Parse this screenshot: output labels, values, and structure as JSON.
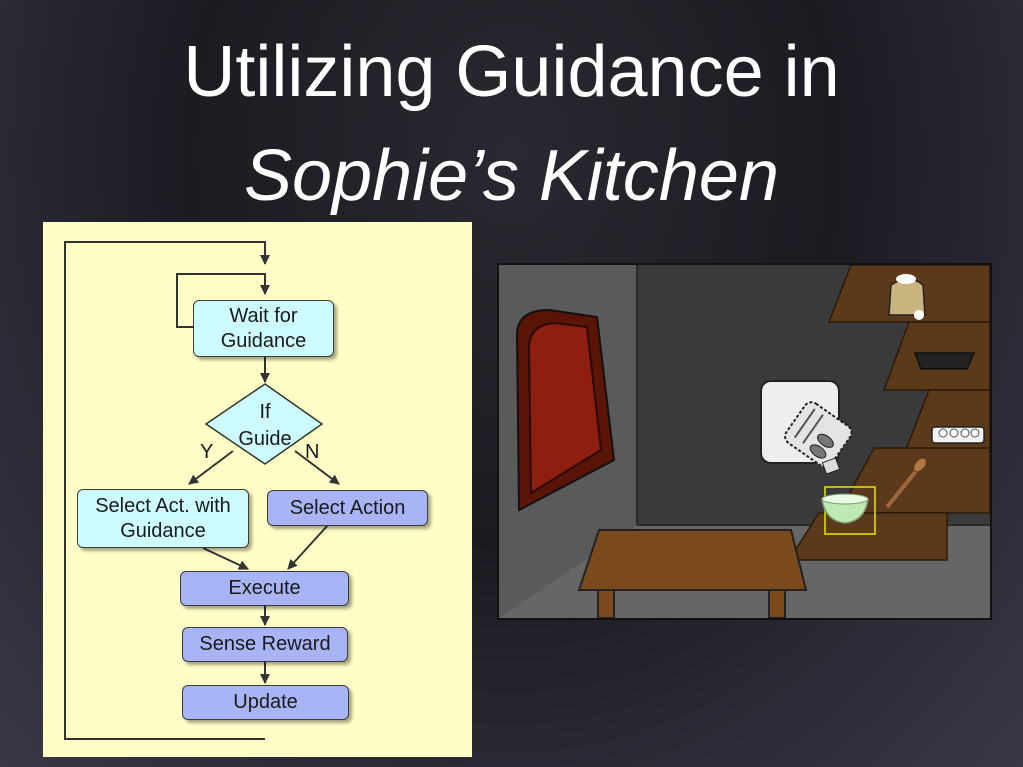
{
  "title": {
    "line1": "Utilizing Guidance in",
    "line2": "Sophie’s Kitchen"
  },
  "flowchart": {
    "wait": "Wait for Guidance",
    "decision_line1": "If",
    "decision_line2": "Guide",
    "yes_label": "Y",
    "no_label": "N",
    "select_guidance": "Select Act. with Guidance",
    "select_action": "Select Action",
    "execute": "Execute",
    "sense_reward": "Sense Reward",
    "update": "Update"
  },
  "colors": {
    "panel_bg": "#fffec6",
    "guidance_box": "#ccfcff",
    "action_box": "#a9b4f7",
    "selection_highlight": "#e8e800"
  },
  "kitchen_scene": {
    "icons": [
      "arched-door-icon",
      "oven-mitt-icon",
      "flour-sack-icon",
      "baking-tray-icon",
      "egg-carton-icon",
      "spoon-icon",
      "mixing-bowl-icon",
      "table-icon"
    ]
  }
}
